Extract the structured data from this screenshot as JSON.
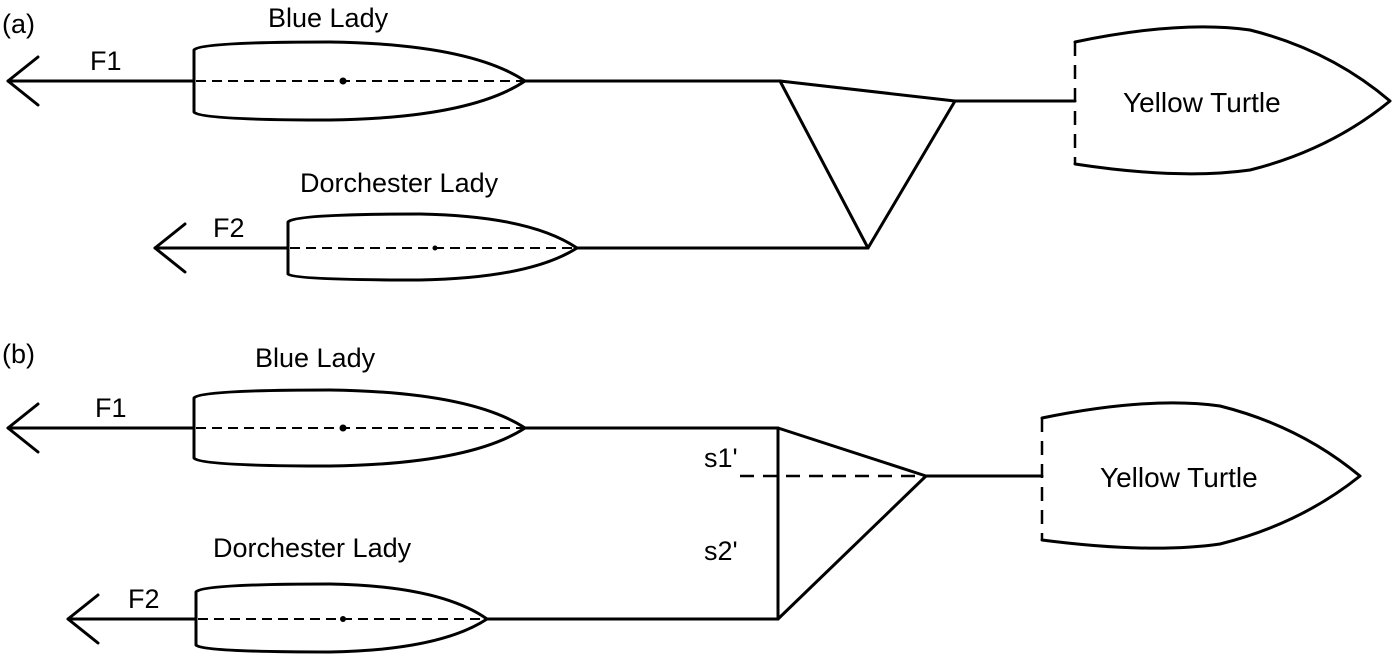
{
  "panels": [
    {
      "tag": "(a)",
      "boat1": "Blue Lady",
      "boat2": "Dorchester Lady",
      "force1": "F1",
      "force2": "F2",
      "towed": "Yellow Turtle"
    },
    {
      "tag": "(b)",
      "boat1": "Blue Lady",
      "boat2": "Dorchester Lady",
      "force1": "F1",
      "force2": "F2",
      "towed": "Yellow Turtle",
      "segment1": "s1'",
      "segment2": "s2'"
    }
  ]
}
